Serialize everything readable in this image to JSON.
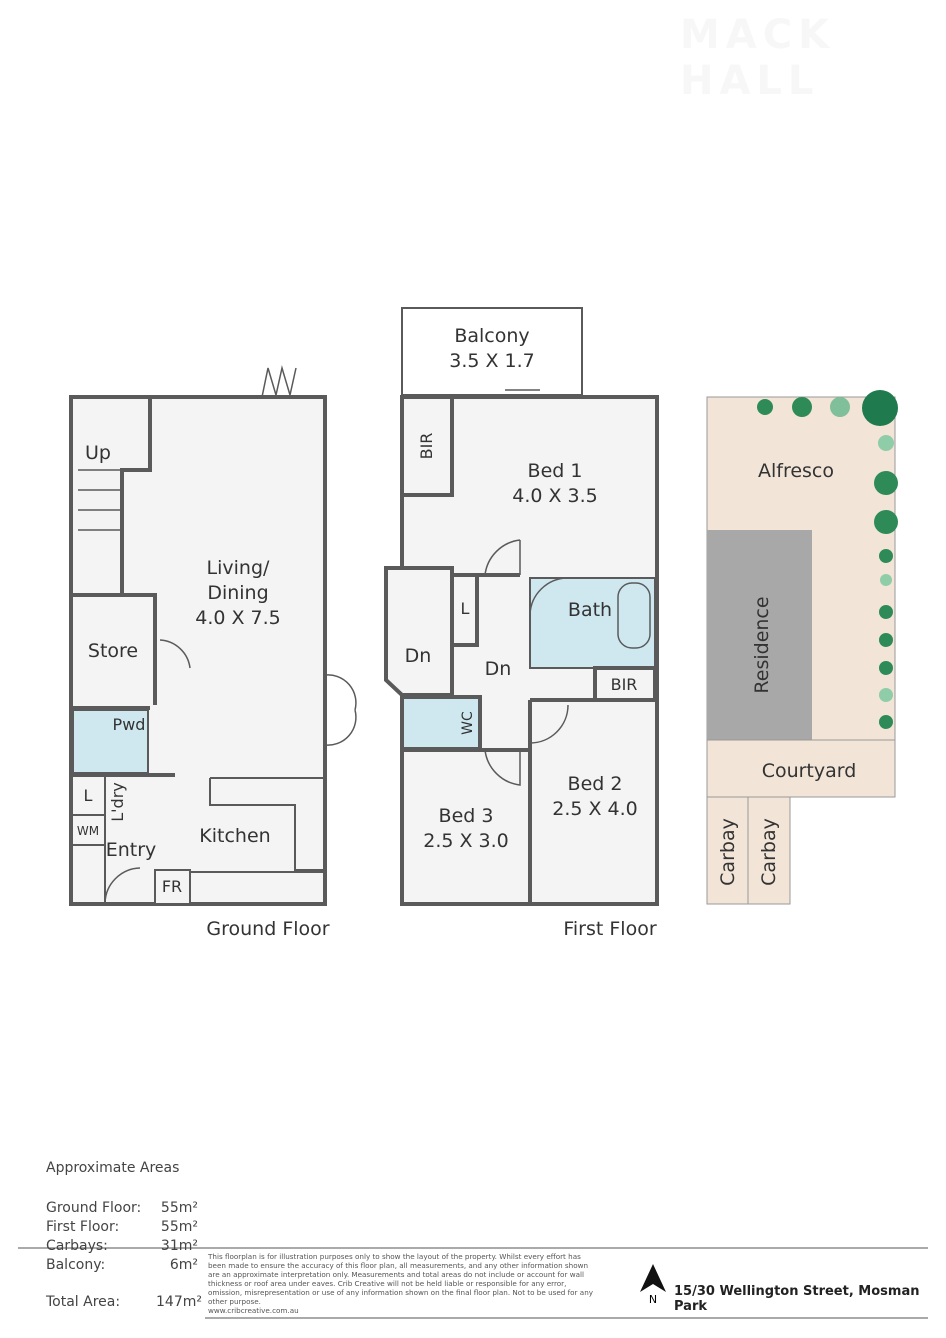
{
  "watermark": "MACK HALL",
  "ground_floor": {
    "caption": "Ground Floor",
    "rooms": {
      "up": "Up",
      "living_1": "Living/",
      "living_2": "Dining",
      "living_dim": "4.0 X 7.5",
      "store": "Store",
      "pwd": "Pwd",
      "l": "L",
      "ldry": "L'dry",
      "wm": "WM",
      "entry": "Entry",
      "kitchen": "Kitchen",
      "fr": "FR"
    }
  },
  "first_floor": {
    "caption": "First Floor",
    "rooms": {
      "balcony": "Balcony",
      "balcony_dim": "3.5 X 1.7",
      "bir1": "BIR",
      "bed1": "Bed 1",
      "bed1_dim": "4.0 X 3.5",
      "l": "L",
      "bath": "Bath",
      "dn1": "Dn",
      "dn2": "Dn",
      "bir2": "BIR",
      "wc": "WC",
      "bed2": "Bed 2",
      "bed2_dim": "2.5 X 4.0",
      "bed3": "Bed 3",
      "bed3_dim": "2.5 X 3.0"
    }
  },
  "site": {
    "alfresco": "Alfresco",
    "residence": "Residence",
    "courtyard": "Courtyard",
    "carbay1": "Carbay",
    "carbay2": "Carbay"
  },
  "areas": {
    "title": "Approximate Areas",
    "rows": [
      {
        "label": "Ground Floor:",
        "value": "55m²"
      },
      {
        "label": "First Floor:",
        "value": "55m²"
      },
      {
        "label": "Carbays:",
        "value": "31m²"
      },
      {
        "label": "Balcony:",
        "value": "6m²"
      }
    ],
    "total_label": "Total Area:",
    "total_value": "147m²"
  },
  "disclaimer": "This floorplan is for illustration purposes only to show the layout of the property. Whilst every effort has been made to ensure the accuracy of this floor plan, all measurements, and any other information shown are an approximate interpretation only. Measurements and total areas do not include or account for wall thickness or roof area under eaves. Crib Creative will not be held liable or responsible for any error, omission, misrepresentation or use of any information shown on the final floor plan. Not to be used for any other purpose.",
  "website": "www.cribcreative.com.au",
  "north": "N",
  "address": "15/30 Wellington Street, Mosman Park",
  "colors": {
    "wall": "#5a5a5a",
    "floor": "#f4f4f4",
    "tile": "#cfe8f0",
    "alfresco": "#f2e5d8",
    "residence": "#a8a8a8",
    "tree": "#2e8b57"
  }
}
